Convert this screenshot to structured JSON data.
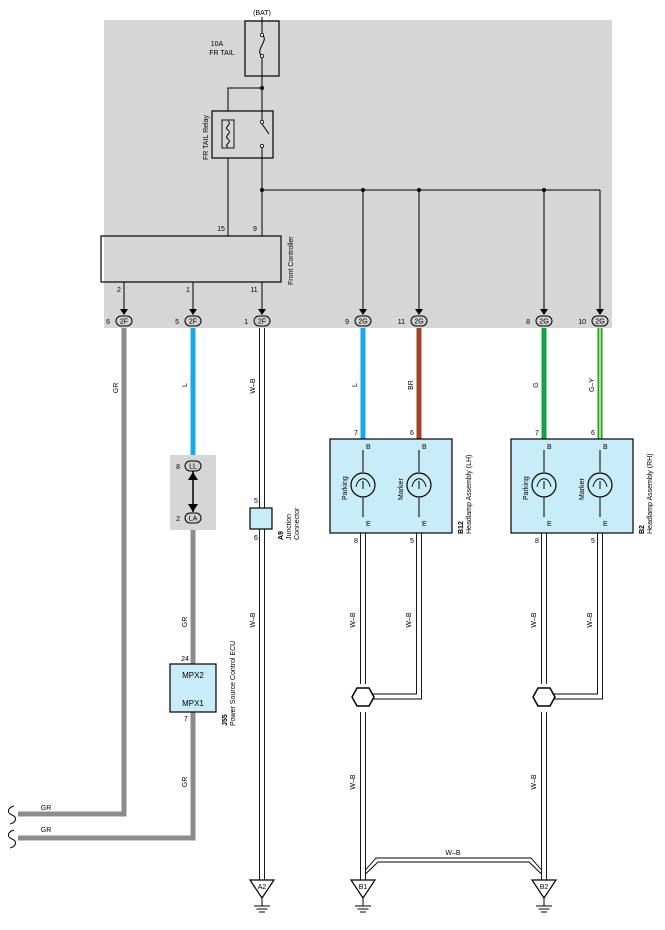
{
  "colors": {
    "panel": "#d6d6d6",
    "wire_gr": "#8c8c8c",
    "wire_l": "#18a9e6",
    "wire_br": "#a3432a",
    "wire_g": "#11a446",
    "wire_gy_green": "#11a446",
    "wire_gy_yellow": "#f2ef5a",
    "component_fill": "#c9ecf9"
  },
  "power": {
    "source_label": "(BAT)",
    "fuse_rating": "10A",
    "fuse_name": "FR TAIL",
    "relay_name": "FR TAIL Relay"
  },
  "front_controller": {
    "name": "Front Controller",
    "pins_top": [
      "15",
      "9"
    ],
    "pins_bottom": [
      "2",
      "1",
      "11"
    ]
  },
  "connectors": [
    {
      "pin": "6",
      "code": "2F"
    },
    {
      "pin": "5",
      "code": "2F"
    },
    {
      "pin": "1",
      "code": "2F"
    },
    {
      "pin": "9",
      "code": "2G"
    },
    {
      "pin": "11",
      "code": "2G"
    },
    {
      "pin": "8",
      "code": "2G"
    },
    {
      "pin": "10",
      "code": "2G"
    }
  ],
  "wire_labels": {
    "gr": "GR",
    "l": "L",
    "wb": "W–B",
    "br": "BR",
    "g": "G",
    "gy": "G–Y"
  },
  "inline_connectors": [
    {
      "pin": "8",
      "code": "LL"
    },
    {
      "pin": "2",
      "code": "LA"
    }
  ],
  "junction": {
    "code": "A9",
    "name_line1": "Junction",
    "name_line2": "Connector",
    "pin_in": "5",
    "pin_out": "6"
  },
  "ecu": {
    "code": "J55",
    "name": "Power Source Control ECU",
    "terminal_top": "MPX2",
    "terminal_bottom": "MPX1",
    "pin_top": "24",
    "pin_bottom": "7"
  },
  "headlamps": [
    {
      "code": "B12",
      "name": "Headlamp Assembly (LH)",
      "bulb1": "Parking",
      "bulb2": "Marker",
      "term_b": "B",
      "term_e": "E",
      "pin_in1": "7",
      "pin_in2": "6",
      "pin_out1": "8",
      "pin_out2": "5"
    },
    {
      "code": "B2",
      "name": "Headlamp Assembly (RH)",
      "bulb1": "Parking",
      "bulb2": "Marker",
      "term_b": "B",
      "term_e": "E",
      "pin_in1": "7",
      "pin_in2": "6",
      "pin_out1": "8",
      "pin_out2": "5"
    }
  ],
  "grounds": [
    "A2",
    "B1",
    "B2"
  ]
}
